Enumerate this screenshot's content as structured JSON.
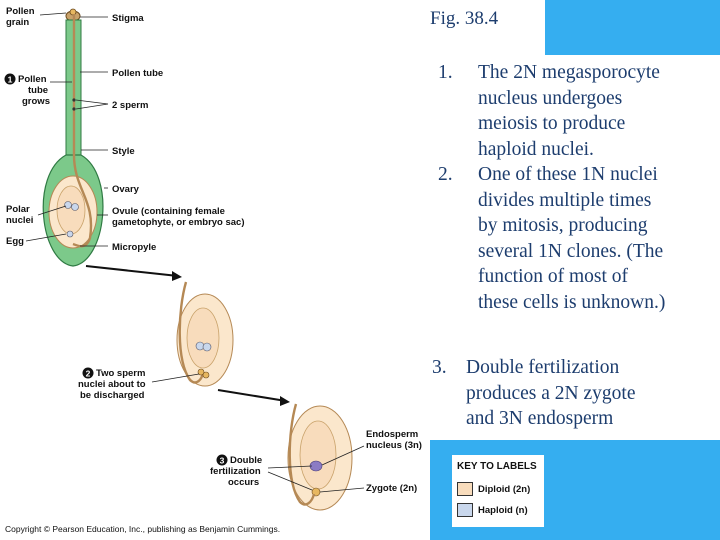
{
  "figure": {
    "title": "Fig. 38.4"
  },
  "steps": [
    {
      "num": "1.",
      "text_lines": [
        "The 2N megasporocyte",
        "nucleus undergoes",
        "meiosis to produce",
        "haploid nuclei."
      ]
    },
    {
      "num": "2.",
      "text_lines": [
        "One of these 1N nuclei",
        "divides multiple times",
        "by mitosis, producing",
        "several 1N clones. (The",
        "function of most of",
        "these cells is unknown.)"
      ]
    },
    {
      "num": "3.",
      "text_lines": [
        "Double fertilization",
        "produces a 2N zygote",
        "and 3N endosperm"
      ]
    }
  ],
  "diagram_labels": {
    "pollen_grain": [
      "Pollen",
      "grain"
    ],
    "stigma": "Stigma",
    "step1_num": "1",
    "step1_label": [
      "Pollen",
      "tube",
      "grows"
    ],
    "pollen_tube": "Pollen tube",
    "two_sperm": "2 sperm",
    "style": "Style",
    "ovary": "Ovary",
    "polar_nuclei": [
      "Polar",
      "nuclei"
    ],
    "ovule": [
      "Ovule (containing female",
      "gametophyte, or embryo sac)"
    ],
    "egg": "Egg",
    "micropyle": "Micropyle",
    "step2_num": "2",
    "step2_label": [
      "Two sperm",
      "nuclei about to",
      "be discharged"
    ],
    "step3_num": "3",
    "step3_label": [
      "Double",
      "fertilization",
      "occurs"
    ],
    "endosperm_nucleus": [
      "Endosperm",
      "nucleus (3n)"
    ],
    "zygote": "Zygote (2n)"
  },
  "key": {
    "title": "KEY TO LABELS",
    "diploid": "Diploid (2n)",
    "haploid": "Haploid (n)"
  },
  "colors": {
    "accent": "#35aef0",
    "text": "#1d3d6e",
    "ovary_green": "#7cc98a",
    "diploid_swatch": "#f8dcbc",
    "haploid_swatch": "#c9d7ec"
  },
  "copyright": "Copyright © Pearson Education, Inc., publishing as Benjamin Cummings."
}
